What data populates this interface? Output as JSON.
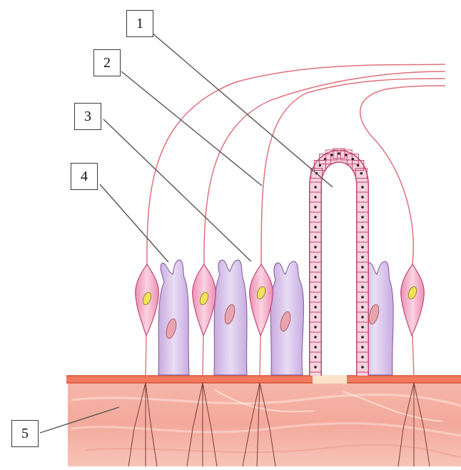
{
  "labels": [
    {
      "id": "1",
      "text": "1"
    },
    {
      "id": "2",
      "text": "2"
    },
    {
      "id": "3",
      "text": "3"
    },
    {
      "id": "4",
      "text": "4"
    },
    {
      "id": "5",
      "text": "5"
    }
  ],
  "colors": {
    "nerve_fiber": "#e0707a",
    "neuron_body": "#f2a9c3",
    "neuron_nucleus": "#f3e25a",
    "support_cell": "#d9c2ea",
    "support_cell_nucleus": "#e8a5ad",
    "gland_cell": "#f8d3de",
    "basement_membrane": "#e8624a",
    "connective_tissue": "#f3b3a6",
    "leader_line": "#555555"
  }
}
